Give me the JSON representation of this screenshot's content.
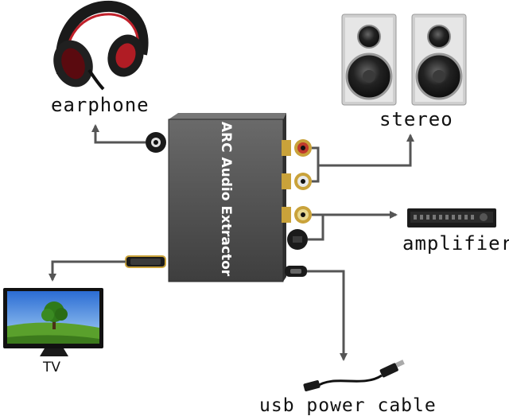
{
  "labels": {
    "earphone": "earphone",
    "stereo": "stereo",
    "amplifier": "amplifier",
    "tv": "TV",
    "usb_power_cable": "usb power cable"
  },
  "device": {
    "name": "ARC Audio Extractor"
  },
  "colors": {
    "device_body": "#4a4a4a",
    "connector_line": "#555555",
    "port_gold": "#c9a23a",
    "rca_red": "#c0392b",
    "rca_white": "#e8e8e8"
  },
  "icons": [
    "headphone-icon",
    "speaker-icon",
    "amplifier-icon",
    "tv-icon",
    "usb-cable-icon"
  ]
}
